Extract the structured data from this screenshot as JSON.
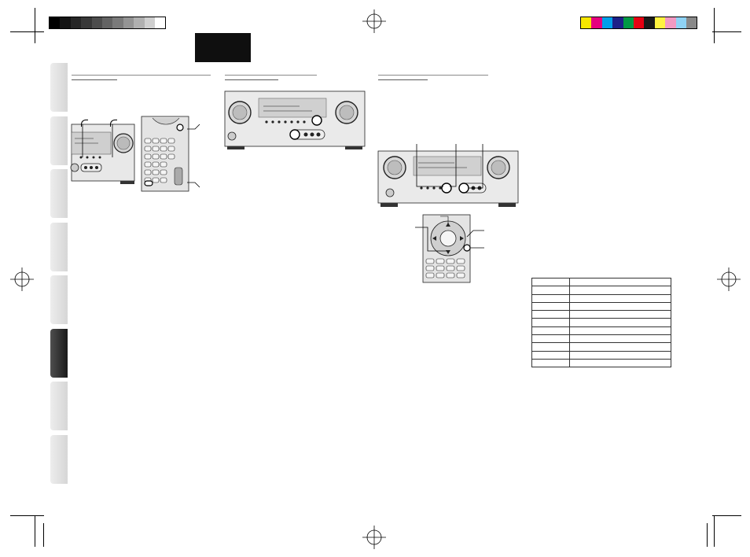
{
  "colors": {
    "gray_bar": [
      "#000000",
      "#141414",
      "#262626",
      "#383838",
      "#4d4d4d",
      "#636363",
      "#7a7a7a",
      "#949494",
      "#b0b0b0",
      "#cfcfcf",
      "#ffffff"
    ],
    "color_bar": [
      "#f7e600",
      "#e6007e",
      "#00a0e9",
      "#1d2088",
      "#009944",
      "#e60012",
      "#1a1a1a",
      "#fff33f",
      "#f29ac2",
      "#8fd3f5",
      "#898989"
    ],
    "tab_active": "#1a1a1a",
    "tab_inactive": "#dcdcdc"
  },
  "icons": [
    "registration-mark-icon",
    "crop-mark-icon",
    "receiver-illustration-icon",
    "remote-illustration-icon"
  ],
  "tabs": {
    "count": 8,
    "active_index": 5
  },
  "table": {
    "rows": 11,
    "columns": 2
  }
}
